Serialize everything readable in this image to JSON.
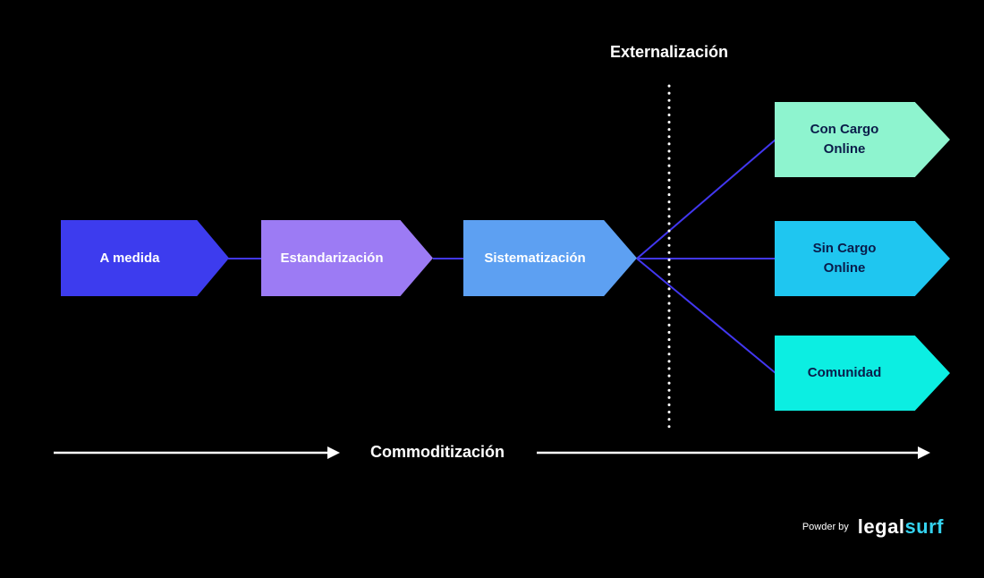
{
  "header": {
    "externalization_label": "Externalización"
  },
  "axis": {
    "commoditization_label": "Commoditización"
  },
  "stages": [
    {
      "label": "A medida",
      "fill": "#3d3cee",
      "text": "#ffffff"
    },
    {
      "label": "Estandarización",
      "fill": "#9c7bf4",
      "text": "#ffffff"
    },
    {
      "label": "Sistematización",
      "fill": "#5da0f2",
      "text": "#ffffff"
    }
  ],
  "outcomes": [
    {
      "label": "Con Cargo Online",
      "fill": "#8ef4cf",
      "text": "#0a1c4a"
    },
    {
      "label": "Sin Cargo Online",
      "fill": "#1fc6f0",
      "text": "#0a1c4a"
    },
    {
      "label": "Comunidad",
      "fill": "#0ceee2",
      "text": "#0a1c4a"
    }
  ],
  "footer": {
    "powered_by": "Powder by",
    "brand_primary": "legal",
    "brand_secondary": "surf"
  },
  "colors": {
    "background": "#000000",
    "connector": "#4237f0",
    "divider": "#ffffff",
    "axis_arrow": "#ffffff",
    "brand_secondary": "#35d3f0"
  }
}
